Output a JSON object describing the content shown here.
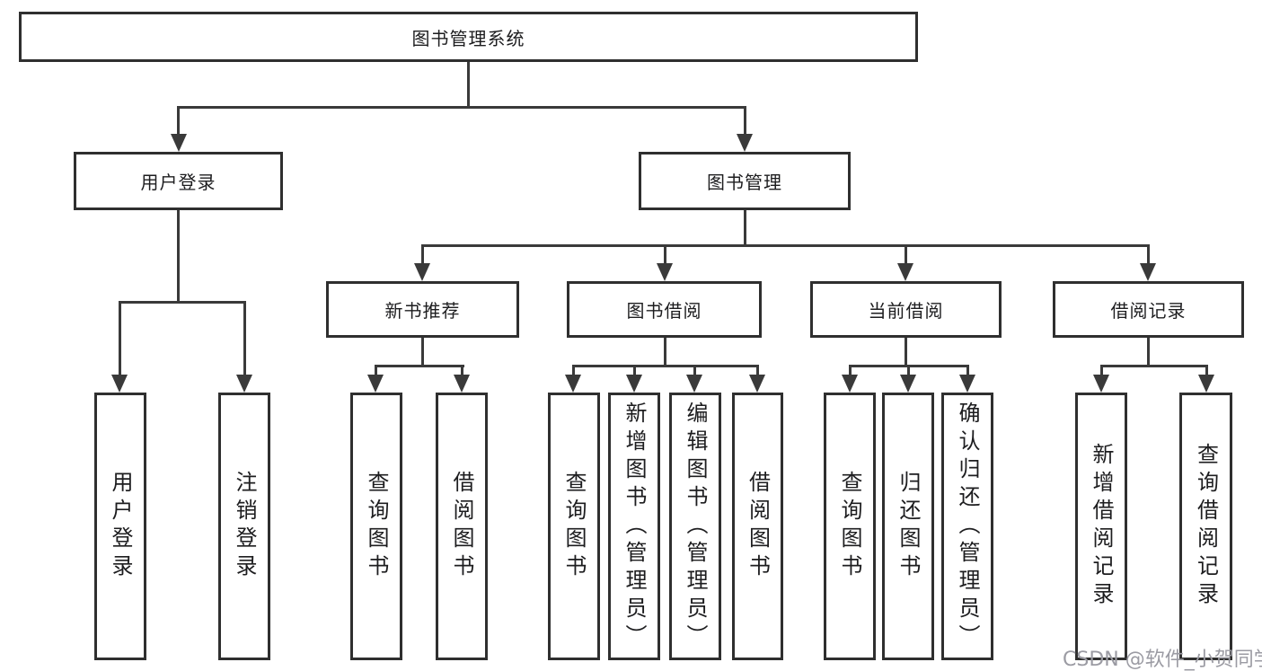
{
  "nodes": {
    "root": {
      "label": "图书管理系统"
    },
    "user_login": {
      "label": "用户登录"
    },
    "book_mgmt": {
      "label": "图书管理"
    },
    "new_book_rec": {
      "label": "新书推荐"
    },
    "book_borrow": {
      "label": "图书借阅"
    },
    "current_borrow": {
      "label": "当前借阅"
    },
    "borrow_records": {
      "label": "借阅记录"
    },
    "leaf_user_login": {
      "label": "用户登录"
    },
    "leaf_logout": {
      "label": "注销登录"
    },
    "leaf_nb_query": {
      "label": "查询图书"
    },
    "leaf_nb_borrow": {
      "label": "借阅图书"
    },
    "leaf_bb_query": {
      "label": "查询图书"
    },
    "leaf_bb_add": {
      "label": "新增图书（管理员）"
    },
    "leaf_bb_edit": {
      "label": "编辑图书（管理员）"
    },
    "leaf_bb_borrow": {
      "label": "借阅图书"
    },
    "leaf_cb_query": {
      "label": "查询图书"
    },
    "leaf_cb_return": {
      "label": "归还图书"
    },
    "leaf_cb_confirm": {
      "label": "确认归还（管理员）"
    },
    "leaf_br_add": {
      "label": "新增借阅记录"
    },
    "leaf_br_query": {
      "label": "查询借阅记录"
    }
  },
  "hierarchy": {
    "label": "图书管理系统",
    "children": [
      {
        "label": "用户登录",
        "children": [
          {
            "label": "用户登录"
          },
          {
            "label": "注销登录"
          }
        ]
      },
      {
        "label": "图书管理",
        "children": [
          {
            "label": "新书推荐",
            "children": [
              {
                "label": "查询图书"
              },
              {
                "label": "借阅图书"
              }
            ]
          },
          {
            "label": "图书借阅",
            "children": [
              {
                "label": "查询图书"
              },
              {
                "label": "新增图书（管理员）"
              },
              {
                "label": "编辑图书（管理员）"
              },
              {
                "label": "借阅图书"
              }
            ]
          },
          {
            "label": "当前借阅",
            "children": [
              {
                "label": "查询图书"
              },
              {
                "label": "归还图书"
              },
              {
                "label": "确认归还（管理员）"
              }
            ]
          },
          {
            "label": "借阅记录",
            "children": [
              {
                "label": "新增借阅记录"
              },
              {
                "label": "查询借阅记录"
              }
            ]
          }
        ]
      }
    ]
  },
  "watermark": {
    "text": "CSDN @软件_小贺同学",
    "color": "#9b9ba3"
  },
  "colors": {
    "background": "#ffffff",
    "box_border": "#2f2f2f",
    "line": "#3a3a3a",
    "text": "#1d1d1f"
  }
}
